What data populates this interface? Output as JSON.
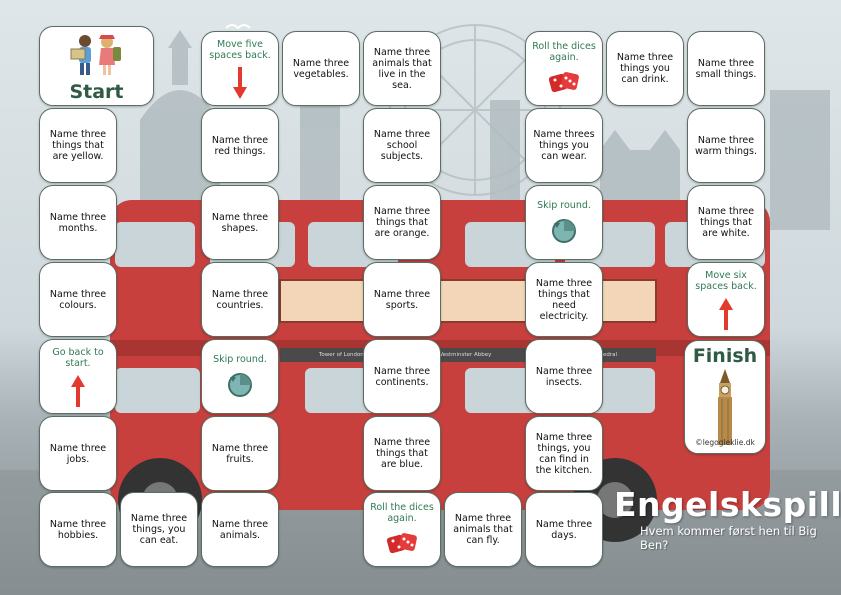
{
  "board": {
    "start": {
      "label": "Start"
    },
    "finish": {
      "label": "Finish",
      "credit": "©legogleklie.dk"
    },
    "squares": [
      {
        "id": "r1c2",
        "text": "Move five spaces back.",
        "kind": "back",
        "arrow": "down"
      },
      {
        "id": "r1c3",
        "text": "Name three vegetables.",
        "kind": "task"
      },
      {
        "id": "r1c4",
        "text": "Name three animals that live in the sea.",
        "kind": "task"
      },
      {
        "id": "r1c6",
        "text": "Roll the dices again.",
        "kind": "dice"
      },
      {
        "id": "r1c7",
        "text": "Name three things you can drink.",
        "kind": "task"
      },
      {
        "id": "r1c8",
        "text": "Name three small things.",
        "kind": "task"
      },
      {
        "id": "r2c0",
        "text": "Name three things that are yellow.",
        "kind": "task"
      },
      {
        "id": "r2c2",
        "text": "Name three red things.",
        "kind": "task"
      },
      {
        "id": "r2c4",
        "text": "Name three school subjects.",
        "kind": "task"
      },
      {
        "id": "r2c6",
        "text": "Name threes things you can wear.",
        "kind": "task"
      },
      {
        "id": "r2c8",
        "text": "Name three warm things.",
        "kind": "task"
      },
      {
        "id": "r3c0",
        "text": "Name three months.",
        "kind": "task"
      },
      {
        "id": "r3c2",
        "text": "Name three shapes.",
        "kind": "task"
      },
      {
        "id": "r3c4",
        "text": "Name three things that are orange.",
        "kind": "task"
      },
      {
        "id": "r3c6",
        "text": "Skip round.",
        "kind": "skip"
      },
      {
        "id": "r3c8",
        "text": "Name three things that are white.",
        "kind": "task"
      },
      {
        "id": "r4c0",
        "text": "Name three colours.",
        "kind": "task"
      },
      {
        "id": "r4c2",
        "text": "Name three countries.",
        "kind": "task"
      },
      {
        "id": "r4c4",
        "text": "Name three sports.",
        "kind": "task"
      },
      {
        "id": "r4c6",
        "text": "Name three things that need electricity.",
        "kind": "task"
      },
      {
        "id": "r4c8",
        "text": "Move six spaces back.",
        "kind": "back",
        "arrow": "up"
      },
      {
        "id": "r5c0",
        "text": "Go back to start.",
        "kind": "back",
        "arrow": "up"
      },
      {
        "id": "r5c2",
        "text": "Skip round.",
        "kind": "skip"
      },
      {
        "id": "r5c4",
        "text": "Name three continents.",
        "kind": "task"
      },
      {
        "id": "r5c6",
        "text": "Name three insects.",
        "kind": "task"
      },
      {
        "id": "r6c0",
        "text": "Name three jobs.",
        "kind": "task"
      },
      {
        "id": "r6c2",
        "text": "Name three fruits.",
        "kind": "task"
      },
      {
        "id": "r6c4",
        "text": "Name three things that are blue.",
        "kind": "task"
      },
      {
        "id": "r6c6",
        "text": "Name three things, you can find in the kitchen.",
        "kind": "task"
      },
      {
        "id": "r7c0",
        "text": "Name three hobbies.",
        "kind": "task"
      },
      {
        "id": "r7c1",
        "text": "Name three things, you can eat.",
        "kind": "task"
      },
      {
        "id": "r7c2",
        "text": "Name three animals.",
        "kind": "task"
      },
      {
        "id": "r7c4",
        "text": "Roll the dices again.",
        "kind": "dice"
      },
      {
        "id": "r7c5",
        "text": "Name three animals that can fly.",
        "kind": "task"
      },
      {
        "id": "r7c6",
        "text": "Name three days.",
        "kind": "task"
      }
    ]
  },
  "bus": {
    "destinations": [
      "Tower of London",
      "Westminster Abbey",
      "St Paul's Cathedral"
    ]
  },
  "title": "Engelskspillet",
  "subtitle": "Hvem kommer først hen til Big Ben?",
  "colors": {
    "bus_red": "#c7403d",
    "action_green": "#2f7a55",
    "arrow_red": "#e23b2e",
    "border": "#5b6e63"
  }
}
